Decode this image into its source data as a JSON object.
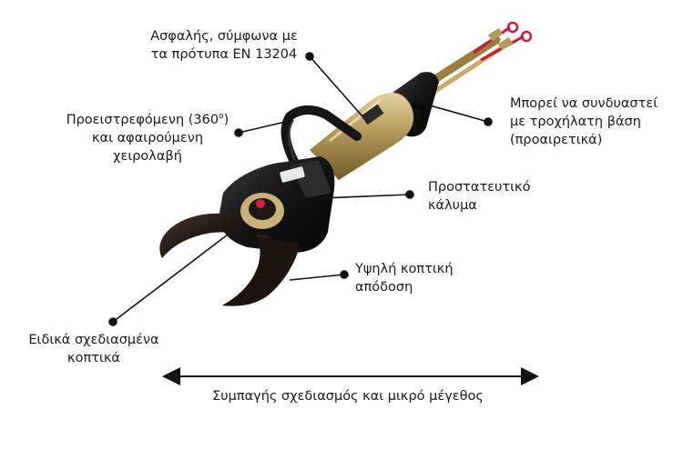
{
  "callouts": {
    "safety": {
      "lines": [
        "Ασφαλής, σύμφωνα με",
        "τα πρότυπα EN 13204"
      ]
    },
    "handle": {
      "lines": [
        "Προειστρεφόμενη (360",
        "και αφαιρούμενη",
        "χειρολαβή"
      ],
      "superscript": "o",
      "closing": ")"
    },
    "mount": {
      "lines": [
        "Μπορεί να συνδυαστεί",
        "με τροχήλατη βάση",
        "(προαιρετικά)"
      ]
    },
    "cover": {
      "lines": [
        "Προστατευτικό",
        "κάλυμα"
      ]
    },
    "performance": {
      "lines": [
        "Υψηλή κοπτική",
        "απόδοση"
      ]
    },
    "blades": {
      "lines": [
        "Ειδικά σχεδιασμένα",
        "κοπτικά"
      ]
    },
    "compact": {
      "text": "Συμπαγής σχεδιασμός και μικρό μέγεθος"
    }
  },
  "colors": {
    "body_black": "#141414",
    "brass": "#b39a5a",
    "hose_red": "#c0203a",
    "pointer": "#111111"
  }
}
